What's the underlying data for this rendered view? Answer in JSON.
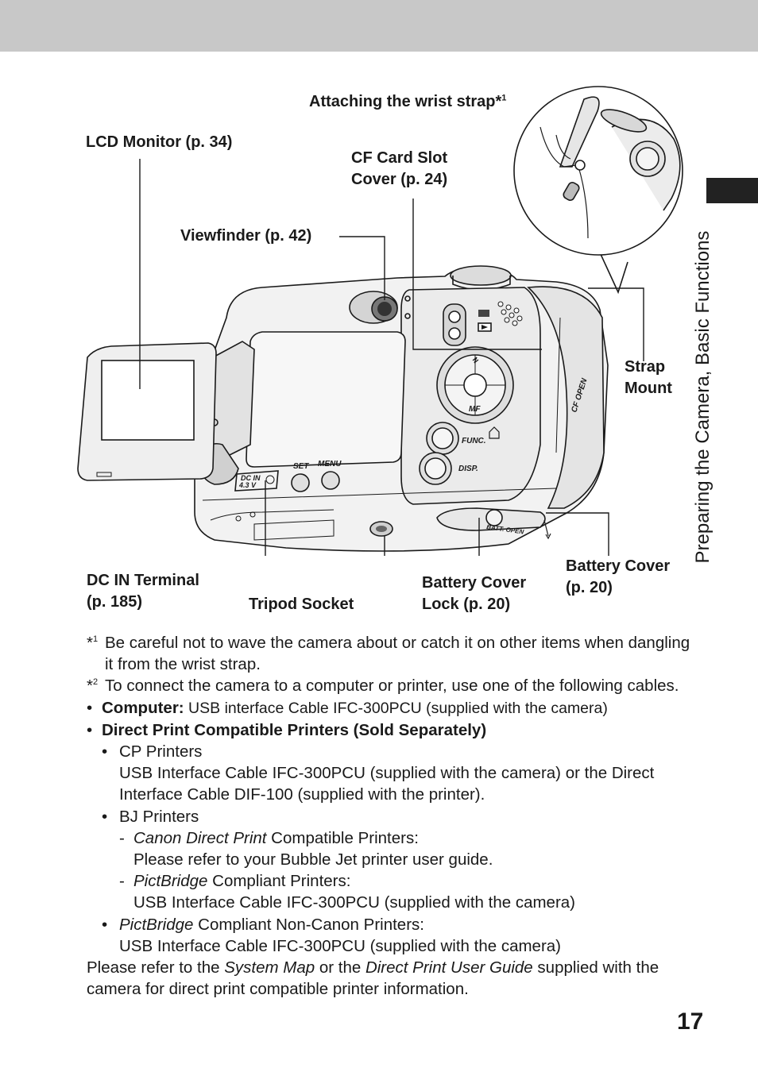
{
  "side_title": "Preparing the Camera, Basic Functions",
  "page_number": "17",
  "figure": {
    "lcd_text_dc": "DC IN",
    "lcd_text_dc_volt": "4.3 V",
    "btn_set": "SET",
    "btn_menu": "MENU",
    "btn_func": "FUNC.",
    "btn_disp": "DISP.",
    "btn_mf": "MF",
    "batt_open": "BATT. OPEN",
    "cf_open": "CF OPEN"
  },
  "labels": {
    "wrist_strap": "Attaching the wrist strap*",
    "wrist_strap_sup": "1",
    "lcd_monitor": "LCD Monitor (p. 34)",
    "cf_slot_1": "CF Card Slot",
    "cf_slot_2": "Cover (p. 24)",
    "viewfinder": "Viewfinder (p. 42)",
    "strap_mount_1": "Strap",
    "strap_mount_2": "Mount",
    "dc_in_1": "DC IN Terminal",
    "dc_in_2": "(p. 185)",
    "tripod": "Tripod Socket",
    "battery_lock_1": "Battery Cover",
    "battery_lock_2": "Lock (p. 20)",
    "battery_cover_1": "Battery Cover",
    "battery_cover_2": "(p. 20)"
  },
  "notes": {
    "fn1_mark": "*",
    "fn1_sup": "1",
    "fn1_text": "Be careful not to wave the camera about or catch it on other items when dangling it from the wrist strap.",
    "fn2_mark": "*",
    "fn2_sup": "2",
    "fn2_text": "To connect the camera to a computer or printer, use one of the following cables.",
    "computer_label": "Computer:",
    "computer_text": " USB interface Cable IFC-300PCU (supplied with the camera)",
    "direct_print_heading": "Direct Print Compatible Printers (Sold Separately)",
    "cp_printers": "CP Printers",
    "cp_text": "USB Interface Cable IFC-300PCU (supplied with the camera) or the Direct Interface Cable DIF-100 (supplied with the printer).",
    "bj_printers": "BJ Printers",
    "canon_direct_italic": "Canon Direct Print",
    "canon_direct_rest": " Compatible Printers:",
    "canon_direct_text": "Please refer to your Bubble Jet printer user guide.",
    "pictbridge_italic": "PictBridge",
    "pictbridge_rest": " Compliant Printers:",
    "pictbridge_text": "USB Interface Cable IFC-300PCU (supplied with the camera)",
    "noncanon_italic": "PictBridge",
    "noncanon_rest": " Compliant Non-Canon Printers:",
    "noncanon_text": "USB Interface Cable IFC-300PCU (supplied with the camera)",
    "closing_1": "Please refer to the ",
    "closing_italic_1": "System Map",
    "closing_2": " or the ",
    "closing_italic_2": "Direct Print User Guide",
    "closing_3": " supplied with the camera for direct print compatible printer information."
  }
}
